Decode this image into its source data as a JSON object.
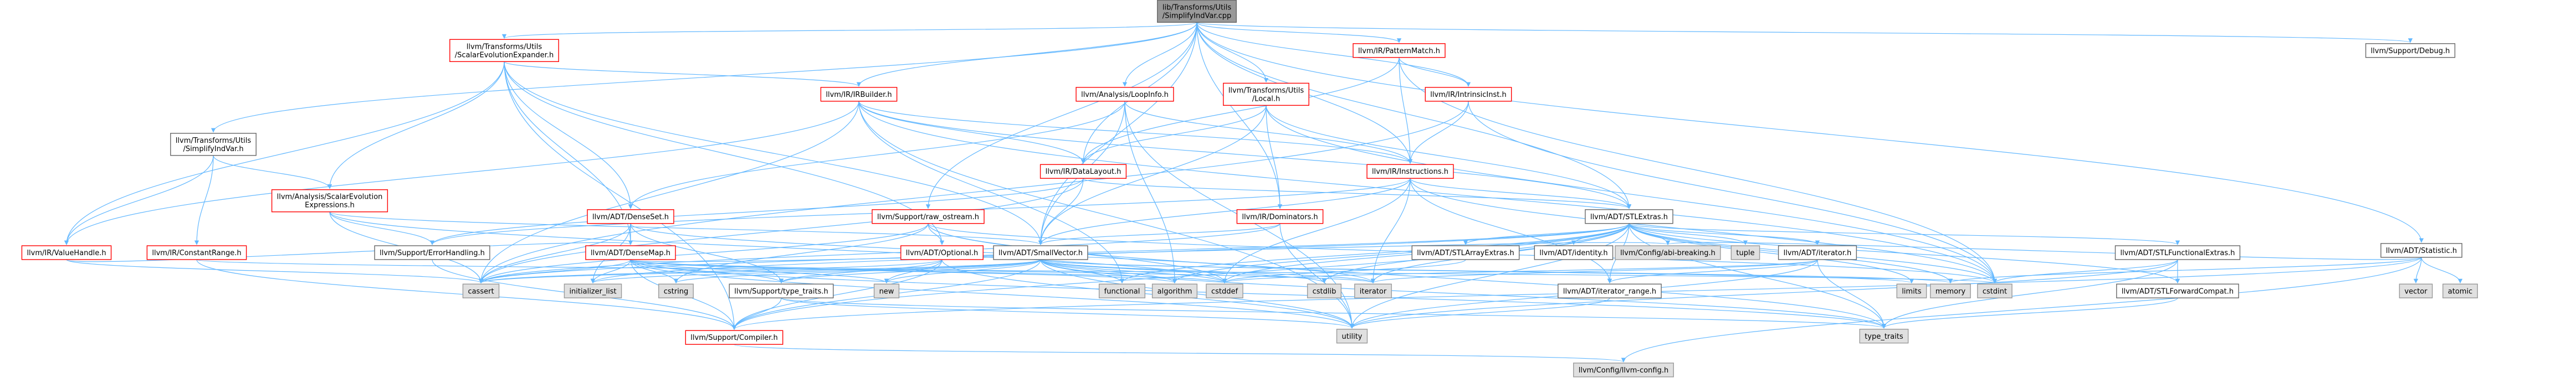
{
  "diagram": {
    "colors": {
      "edge": "#63b8ff",
      "root_fill": "#999999",
      "red_border": "#ff0000",
      "gray_fill": "#e0e0e0",
      "text": "#000000"
    },
    "nodes": [
      {
        "id": "root",
        "lines": [
          "lib/Transforms/Utils",
          "/SimplifyIndVar.cpp"
        ],
        "style": "root"
      },
      {
        "id": "scev_expander",
        "lines": [
          "llvm/Transforms/Utils",
          "/ScalarEvolutionExpander.h"
        ],
        "style": "red"
      },
      {
        "id": "pattern_match",
        "lines": [
          "llvm/IR/PatternMatch.h"
        ],
        "style": "red"
      },
      {
        "id": "debug",
        "lines": [
          "llvm/Support/Debug.h"
        ],
        "style": "white"
      },
      {
        "id": "loopinfo",
        "lines": [
          "llvm/Analysis/LoopInfo.h"
        ],
        "style": "red"
      },
      {
        "id": "local",
        "lines": [
          "llvm/Transforms/Utils",
          "/Local.h"
        ],
        "style": "red"
      },
      {
        "id": "intrinsic_inst",
        "lines": [
          "llvm/IR/IntrinsicInst.h"
        ],
        "style": "red"
      },
      {
        "id": "irbuilder",
        "lines": [
          "llvm/IR/IRBuilder.h"
        ],
        "style": "red"
      },
      {
        "id": "simplify_indvar_h",
        "lines": [
          "llvm/Transforms/Utils",
          "/SimplifyIndVar.h"
        ],
        "style": "white"
      },
      {
        "id": "datalayout",
        "lines": [
          "llvm/IR/DataLayout.h"
        ],
        "style": "red"
      },
      {
        "id": "instructions",
        "lines": [
          "llvm/IR/Instructions.h"
        ],
        "style": "red"
      },
      {
        "id": "dense_set",
        "lines": [
          "llvm/ADT/DenseSet.h"
        ],
        "style": "red"
      },
      {
        "id": "scev_expressions",
        "lines": [
          "llvm/Analysis/ScalarEvolution",
          "Expressions.h"
        ],
        "style": "red"
      },
      {
        "id": "raw_ostream",
        "lines": [
          "llvm/Support/raw_ostream.h"
        ],
        "style": "red"
      },
      {
        "id": "dominators",
        "lines": [
          "llvm/IR/Dominators.h"
        ],
        "style": "red"
      },
      {
        "id": "stlextras",
        "lines": [
          "llvm/ADT/STLExtras.h"
        ],
        "style": "white"
      },
      {
        "id": "statistic",
        "lines": [
          "llvm/ADT/Statistic.h"
        ],
        "style": "white"
      },
      {
        "id": "valuehandle",
        "lines": [
          "llvm/IR/ValueHandle.h"
        ],
        "style": "red"
      },
      {
        "id": "constant_range",
        "lines": [
          "llvm/IR/ConstantRange.h"
        ],
        "style": "red"
      },
      {
        "id": "error_handling",
        "lines": [
          "llvm/Support/ErrorHandling.h"
        ],
        "style": "white"
      },
      {
        "id": "dense_map",
        "lines": [
          "llvm/ADT/DenseMap.h"
        ],
        "style": "red"
      },
      {
        "id": "optional",
        "lines": [
          "llvm/ADT/Optional.h"
        ],
        "style": "red"
      },
      {
        "id": "smallvector",
        "lines": [
          "llvm/ADT/SmallVector.h"
        ],
        "style": "white"
      },
      {
        "id": "stlarrayextras",
        "lines": [
          "llvm/ADT/STLArrayExtras.h"
        ],
        "style": "white"
      },
      {
        "id": "identity",
        "lines": [
          "llvm/ADT/identity.h"
        ],
        "style": "white"
      },
      {
        "id": "abi_breaking",
        "lines": [
          "llvm/Config/abi-breaking.h"
        ],
        "style": "gray"
      },
      {
        "id": "tuple",
        "lines": [
          "tuple"
        ],
        "style": "gray"
      },
      {
        "id": "adt_iterator",
        "lines": [
          "llvm/ADT/iterator.h"
        ],
        "style": "white"
      },
      {
        "id": "stlfunctionalextras",
        "lines": [
          "llvm/ADT/STLFunctionalExtras.h"
        ],
        "style": "white"
      },
      {
        "id": "cassert",
        "lines": [
          "cassert"
        ],
        "style": "gray"
      },
      {
        "id": "initializer_list",
        "lines": [
          "initializer_list"
        ],
        "style": "gray"
      },
      {
        "id": "cstring",
        "lines": [
          "cstring"
        ],
        "style": "gray"
      },
      {
        "id": "type_traits_h",
        "lines": [
          "llvm/Support/type_traits.h"
        ],
        "style": "white"
      },
      {
        "id": "new",
        "lines": [
          "new"
        ],
        "style": "gray"
      },
      {
        "id": "functional",
        "lines": [
          "functional"
        ],
        "style": "gray"
      },
      {
        "id": "algorithm",
        "lines": [
          "algorithm"
        ],
        "style": "gray"
      },
      {
        "id": "cstddef",
        "lines": [
          "cstddef"
        ],
        "style": "gray"
      },
      {
        "id": "cstdlib",
        "lines": [
          "cstdlib"
        ],
        "style": "gray"
      },
      {
        "id": "iterator",
        "lines": [
          "iterator"
        ],
        "style": "gray"
      },
      {
        "id": "iterator_range",
        "lines": [
          "llvm/ADT/iterator_range.h"
        ],
        "style": "white"
      },
      {
        "id": "limits",
        "lines": [
          "limits"
        ],
        "style": "gray"
      },
      {
        "id": "memory",
        "lines": [
          "memory"
        ],
        "style": "gray"
      },
      {
        "id": "cstdint",
        "lines": [
          "cstdint"
        ],
        "style": "gray"
      },
      {
        "id": "stlforwardcompat",
        "lines": [
          "llvm/ADT/STLForwardCompat.h"
        ],
        "style": "white"
      },
      {
        "id": "vector",
        "lines": [
          "vector"
        ],
        "style": "gray"
      },
      {
        "id": "atomic",
        "lines": [
          "atomic"
        ],
        "style": "gray"
      },
      {
        "id": "compiler",
        "lines": [
          "llvm/Support/Compiler.h"
        ],
        "style": "red"
      },
      {
        "id": "utility",
        "lines": [
          "utility"
        ],
        "style": "gray"
      },
      {
        "id": "type_traits",
        "lines": [
          "type_traits"
        ],
        "style": "gray"
      },
      {
        "id": "llvm_config",
        "lines": [
          "llvm/Config/llvm-config.h"
        ],
        "style": "gray"
      }
    ],
    "edges": [
      [
        "root",
        "scev_expander"
      ],
      [
        "root",
        "pattern_match"
      ],
      [
        "root",
        "debug"
      ],
      [
        "root",
        "loopinfo"
      ],
      [
        "root",
        "local"
      ],
      [
        "root",
        "intrinsic_inst"
      ],
      [
        "root",
        "irbuilder"
      ],
      [
        "root",
        "simplify_indvar_h"
      ],
      [
        "root",
        "datalayout"
      ],
      [
        "root",
        "instructions"
      ],
      [
        "root",
        "dominators"
      ],
      [
        "root",
        "stlextras"
      ],
      [
        "root",
        "statistic"
      ],
      [
        "root",
        "raw_ostream"
      ],
      [
        "root",
        "smallvector"
      ],
      [
        "scev_expander",
        "irbuilder"
      ],
      [
        "scev_expander",
        "dense_set"
      ],
      [
        "scev_expander",
        "scev_expressions"
      ],
      [
        "scev_expander",
        "valuehandle"
      ],
      [
        "scev_expander",
        "dense_map"
      ],
      [
        "scev_expander",
        "smallvector"
      ],
      [
        "scev_expander",
        "optional"
      ],
      [
        "scev_expander",
        "compiler"
      ],
      [
        "pattern_match",
        "datalayout"
      ],
      [
        "pattern_match",
        "instructions"
      ],
      [
        "pattern_match",
        "intrinsic_inst"
      ],
      [
        "pattern_match",
        "cstdint"
      ],
      [
        "loopinfo",
        "smallvector"
      ],
      [
        "loopinfo",
        "dense_set"
      ],
      [
        "loopinfo",
        "algorithm"
      ],
      [
        "loopinfo",
        "utility"
      ],
      [
        "loopinfo",
        "instructions"
      ],
      [
        "local",
        "smallvector"
      ],
      [
        "local",
        "datalayout"
      ],
      [
        "local",
        "dominators"
      ],
      [
        "local",
        "stlextras"
      ],
      [
        "local",
        "cstdint"
      ],
      [
        "intrinsic_inst",
        "instructions"
      ],
      [
        "intrinsic_inst",
        "cstdint"
      ],
      [
        "intrinsic_inst",
        "cassert"
      ],
      [
        "irbuilder",
        "datalayout"
      ],
      [
        "irbuilder",
        "instructions"
      ],
      [
        "irbuilder",
        "valuehandle"
      ],
      [
        "irbuilder",
        "cassert"
      ],
      [
        "irbuilder",
        "cstdint"
      ],
      [
        "irbuilder",
        "utility"
      ],
      [
        "irbuilder",
        "stlextras"
      ],
      [
        "irbuilder",
        "functional"
      ],
      [
        "simplify_indvar_h",
        "valuehandle"
      ],
      [
        "simplify_indvar_h",
        "constant_range"
      ],
      [
        "simplify_indvar_h",
        "scev_expressions"
      ],
      [
        "datalayout",
        "smallvector"
      ],
      [
        "datalayout",
        "stlextras"
      ],
      [
        "datalayout",
        "error_handling"
      ],
      [
        "datalayout",
        "cassert"
      ],
      [
        "instructions",
        "stlextras"
      ],
      [
        "instructions",
        "iterator_range"
      ],
      [
        "instructions",
        "cstddef"
      ],
      [
        "instructions",
        "cstdint"
      ],
      [
        "instructions",
        "iterator"
      ],
      [
        "instructions",
        "error_handling"
      ],
      [
        "instructions",
        "smallvector"
      ],
      [
        "dense_set",
        "dense_map"
      ],
      [
        "dense_set",
        "cassert"
      ],
      [
        "dense_set",
        "initializer_list"
      ],
      [
        "dense_set",
        "iterator"
      ],
      [
        "dense_set",
        "type_traits_h"
      ],
      [
        "scev_expressions",
        "smallvector"
      ],
      [
        "scev_expressions",
        "error_handling"
      ],
      [
        "scev_expressions",
        "cassert"
      ],
      [
        "scev_expressions",
        "cstddef"
      ],
      [
        "raw_ostream",
        "optional"
      ],
      [
        "raw_ostream",
        "cassert"
      ],
      [
        "raw_ostream",
        "cstddef"
      ],
      [
        "raw_ostream",
        "cstdint"
      ],
      [
        "raw_ostream",
        "cstring"
      ],
      [
        "raw_ostream",
        "type_traits"
      ],
      [
        "dominators",
        "smallvector"
      ],
      [
        "dominators",
        "cassert"
      ],
      [
        "dominators",
        "utility"
      ],
      [
        "stlextras",
        "stlarrayextras"
      ],
      [
        "stlextras",
        "identity"
      ],
      [
        "stlextras",
        "abi_breaking"
      ],
      [
        "stlextras",
        "tuple"
      ],
      [
        "stlextras",
        "adt_iterator"
      ],
      [
        "stlextras",
        "stlfunctionalextras"
      ],
      [
        "stlextras",
        "iterator_range"
      ],
      [
        "stlextras",
        "stlforwardcompat"
      ],
      [
        "stlextras",
        "algorithm"
      ],
      [
        "stlextras",
        "cassert"
      ],
      [
        "stlextras",
        "cstddef"
      ],
      [
        "stlextras",
        "cstdint"
      ],
      [
        "stlextras",
        "cstdlib"
      ],
      [
        "stlextras",
        "functional"
      ],
      [
        "stlextras",
        "initializer_list"
      ],
      [
        "stlextras",
        "iterator"
      ],
      [
        "stlextras",
        "limits"
      ],
      [
        "stlextras",
        "memory"
      ],
      [
        "stlextras",
        "type_traits"
      ],
      [
        "stlextras",
        "utility"
      ],
      [
        "stlextras",
        "compiler"
      ],
      [
        "statistic",
        "abi_breaking"
      ],
      [
        "statistic",
        "compiler"
      ],
      [
        "statistic",
        "atomic"
      ],
      [
        "statistic",
        "memory"
      ],
      [
        "statistic",
        "vector"
      ],
      [
        "statistic",
        "llvm_config"
      ],
      [
        "valuehandle",
        "dense_map"
      ],
      [
        "valuehandle",
        "cassert"
      ],
      [
        "constant_range",
        "compiler"
      ],
      [
        "constant_range",
        "cstdint"
      ],
      [
        "error_handling",
        "compiler"
      ],
      [
        "dense_map",
        "abi_breaking"
      ],
      [
        "dense_map",
        "compiler"
      ],
      [
        "dense_map",
        "algorithm"
      ],
      [
        "dense_map",
        "cassert"
      ],
      [
        "dense_map",
        "cstddef"
      ],
      [
        "dense_map",
        "cstring"
      ],
      [
        "dense_map",
        "initializer_list"
      ],
      [
        "dense_map",
        "iterator"
      ],
      [
        "dense_map",
        "new"
      ],
      [
        "dense_map",
        "type_traits"
      ],
      [
        "dense_map",
        "utility"
      ],
      [
        "dense_map",
        "type_traits_h"
      ],
      [
        "optional",
        "compiler"
      ],
      [
        "optional",
        "type_traits_h"
      ],
      [
        "optional",
        "cassert"
      ],
      [
        "optional",
        "new"
      ],
      [
        "optional",
        "utility"
      ],
      [
        "smallvector",
        "compiler"
      ],
      [
        "smallvector",
        "type_traits_h"
      ],
      [
        "smallvector",
        "algorithm"
      ],
      [
        "smallvector",
        "cassert"
      ],
      [
        "smallvector",
        "cstddef"
      ],
      [
        "smallvector",
        "cstdlib"
      ],
      [
        "smallvector",
        "cstring"
      ],
      [
        "smallvector",
        "functional"
      ],
      [
        "smallvector",
        "initializer_list"
      ],
      [
        "smallvector",
        "iterator"
      ],
      [
        "smallvector",
        "limits"
      ],
      [
        "smallvector",
        "memory"
      ],
      [
        "smallvector",
        "new"
      ],
      [
        "smallvector",
        "type_traits"
      ],
      [
        "smallvector",
        "utility"
      ],
      [
        "stlarrayextras",
        "cstddef"
      ],
      [
        "adt_iterator",
        "iterator_range"
      ],
      [
        "adt_iterator",
        "cstddef"
      ],
      [
        "adt_iterator",
        "iterator"
      ],
      [
        "adt_iterator",
        "type_traits"
      ],
      [
        "adt_iterator",
        "utility"
      ],
      [
        "stlfunctionalextras",
        "stlforwardcompat"
      ],
      [
        "stlfunctionalextras",
        "cstdint"
      ],
      [
        "stlfunctionalextras",
        "type_traits"
      ],
      [
        "stlfunctionalextras",
        "utility"
      ],
      [
        "type_traits_h",
        "compiler"
      ],
      [
        "type_traits_h",
        "utility"
      ],
      [
        "type_traits_h",
        "type_traits"
      ],
      [
        "iterator_range",
        "utility"
      ],
      [
        "stlforwardcompat",
        "type_traits"
      ],
      [
        "compiler",
        "llvm_config"
      ]
    ]
  }
}
